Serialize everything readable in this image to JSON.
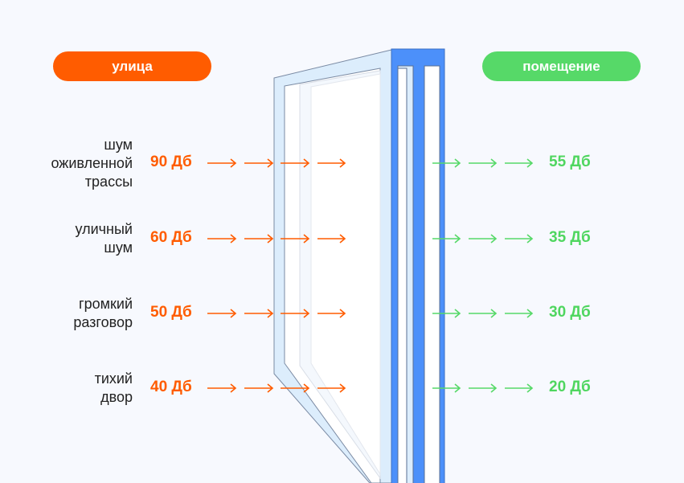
{
  "header": {
    "outside": "улица",
    "inside": "помещение"
  },
  "colors": {
    "outside": "#ff5c00",
    "inside": "#56d968",
    "frame": "#4c90fa",
    "glass": "#dcedfc"
  },
  "rows": [
    {
      "label": "шум оживленной трассы",
      "lines": [
        "шум",
        "оживленной",
        "трассы"
      ],
      "outside": "90 Дб",
      "inside": "55 Дб"
    },
    {
      "label": "уличный шум",
      "lines": [
        "уличный",
        "шум"
      ],
      "outside": "60 Дб",
      "inside": "35 Дб"
    },
    {
      "label": "громкий разговор",
      "lines": [
        "громкий",
        "разговор"
      ],
      "outside": "50 Дб",
      "inside": "30 Дб"
    },
    {
      "label": "тихий двор",
      "lines": [
        "тихий",
        "двор"
      ],
      "outside": "40 Дб",
      "inside": "20 Дб"
    }
  ]
}
